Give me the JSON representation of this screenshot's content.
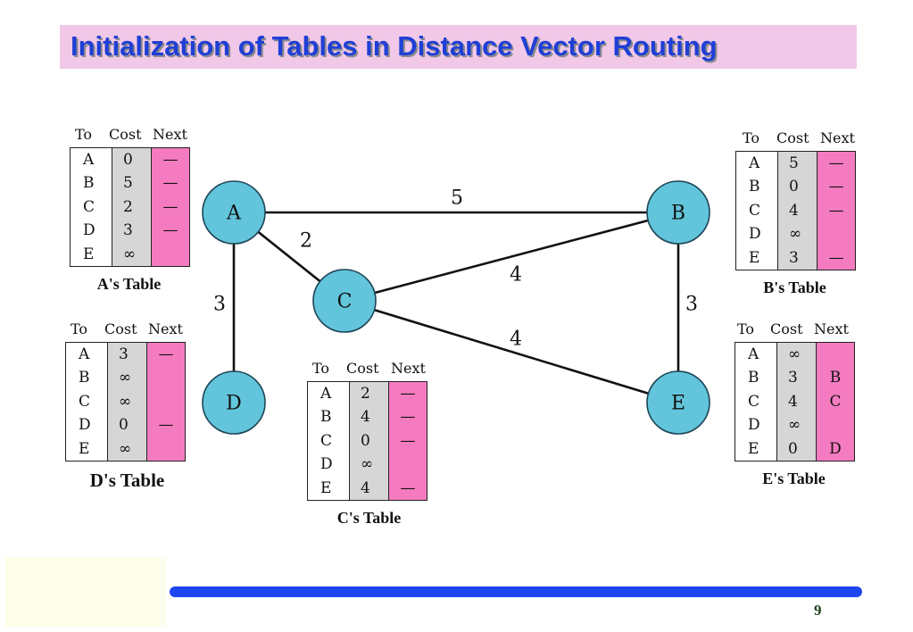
{
  "slide": {
    "title": "Initialization of Tables in Distance Vector Routing",
    "page_number": "9"
  },
  "colors": {
    "title_background": "#f1c8e8",
    "title_text": "#1f3fd6",
    "node_fill": "#62c5db",
    "cost_column": "#d6d6d6",
    "next_column": "#f57bc0",
    "footer_bar": "#1e46f0"
  },
  "graph": {
    "nodes": [
      {
        "id": "A",
        "label": "A"
      },
      {
        "id": "B",
        "label": "B"
      },
      {
        "id": "C",
        "label": "C"
      },
      {
        "id": "D",
        "label": "D"
      },
      {
        "id": "E",
        "label": "E"
      }
    ],
    "edges": [
      {
        "from": "A",
        "to": "B",
        "cost": "5"
      },
      {
        "from": "A",
        "to": "C",
        "cost": "2"
      },
      {
        "from": "A",
        "to": "D",
        "cost": "3"
      },
      {
        "from": "C",
        "to": "B",
        "cost": "4"
      },
      {
        "from": "C",
        "to": "E",
        "cost": "4"
      },
      {
        "from": "B",
        "to": "E",
        "cost": "3"
      }
    ]
  },
  "table_headers": {
    "to": "To",
    "cost": "Cost",
    "next": "Next"
  },
  "tables": {
    "A": {
      "caption": "A's Table",
      "rows": [
        {
          "to": "A",
          "cost": "0",
          "next": "—"
        },
        {
          "to": "B",
          "cost": "5",
          "next": "—"
        },
        {
          "to": "C",
          "cost": "2",
          "next": "—"
        },
        {
          "to": "D",
          "cost": "3",
          "next": "—"
        },
        {
          "to": "E",
          "cost": "∞",
          "next": ""
        }
      ]
    },
    "B": {
      "caption": "B's Table",
      "rows": [
        {
          "to": "A",
          "cost": "5",
          "next": "—"
        },
        {
          "to": "B",
          "cost": "0",
          "next": "—"
        },
        {
          "to": "C",
          "cost": "4",
          "next": "—"
        },
        {
          "to": "D",
          "cost": "∞",
          "next": ""
        },
        {
          "to": "E",
          "cost": "3",
          "next": "—"
        }
      ]
    },
    "C": {
      "caption": "C's Table",
      "rows": [
        {
          "to": "A",
          "cost": "2",
          "next": "—"
        },
        {
          "to": "B",
          "cost": "4",
          "next": "—"
        },
        {
          "to": "C",
          "cost": "0",
          "next": "—"
        },
        {
          "to": "D",
          "cost": "∞",
          "next": ""
        },
        {
          "to": "E",
          "cost": "4",
          "next": "—"
        }
      ]
    },
    "D": {
      "caption": "D's Table",
      "rows": [
        {
          "to": "A",
          "cost": "3",
          "next": "—"
        },
        {
          "to": "B",
          "cost": "∞",
          "next": ""
        },
        {
          "to": "C",
          "cost": "∞",
          "next": ""
        },
        {
          "to": "D",
          "cost": "0",
          "next": "—"
        },
        {
          "to": "E",
          "cost": "∞",
          "next": ""
        }
      ]
    },
    "E": {
      "caption": "E's Table",
      "rows": [
        {
          "to": "A",
          "cost": "∞",
          "next": ""
        },
        {
          "to": "B",
          "cost": "3",
          "next": "B"
        },
        {
          "to": "C",
          "cost": "4",
          "next": "C"
        },
        {
          "to": "D",
          "cost": "∞",
          "next": ""
        },
        {
          "to": "E",
          "cost": "0",
          "next": "D"
        }
      ]
    }
  }
}
